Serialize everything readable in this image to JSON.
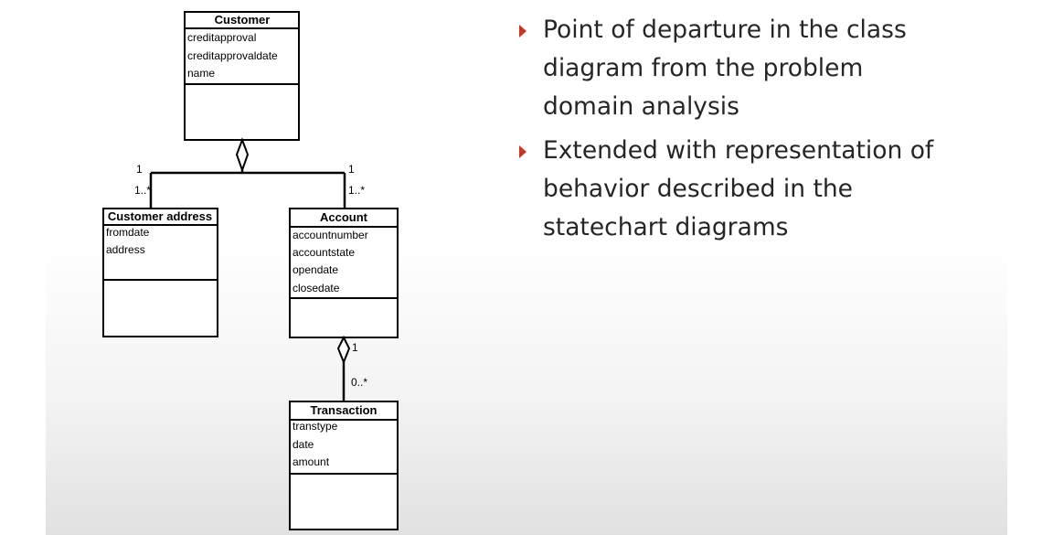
{
  "classes": {
    "customer": {
      "name": "Customer",
      "attributes": [
        "creditapproval",
        "creditapprovaldate",
        "name"
      ]
    },
    "customer_address": {
      "name": "Customer address",
      "attributes": [
        "fromdate",
        "address"
      ]
    },
    "account": {
      "name": "Account",
      "attributes": [
        "accountnumber",
        "accountstate",
        "opendate",
        "closedate"
      ]
    },
    "transaction": {
      "name": "Transaction",
      "attributes": [
        "transtype",
        "date",
        "amount"
      ]
    }
  },
  "multiplicities": {
    "customer_side_address": "1",
    "address_side": "1..*",
    "customer_side_account": "1",
    "account_side": "1..*",
    "account_side_transaction": "1",
    "transaction_side": "0..*"
  },
  "bullets": [
    "Point of departure in the class diagram from the problem domain analysis",
    "Extended with representation of behavior described in the statechart diagrams"
  ],
  "colors": {
    "bullet_marker": "#c0392b",
    "text": "#262626",
    "lines": "#000000"
  },
  "icons": {
    "bullet_marker": "triangle-right-icon",
    "aggregation": "hollow-diamond-icon"
  }
}
